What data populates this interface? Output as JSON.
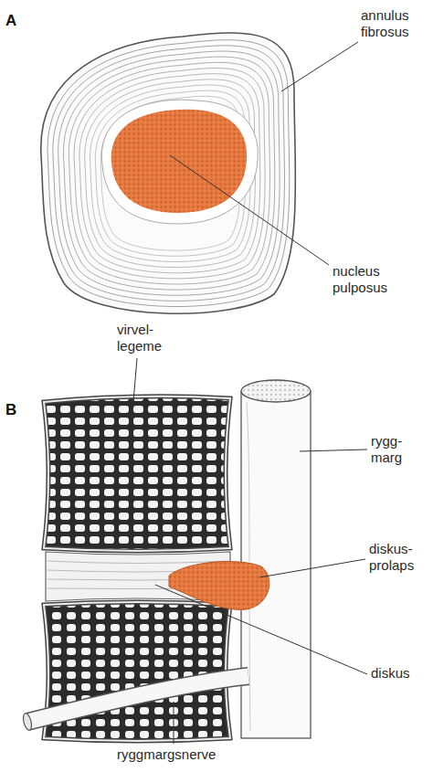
{
  "diagram": {
    "labels": [
      "A",
      "annulus fibrosus",
      "nucleus pulposus",
      "B",
      "virvel- legeme",
      "rygg- marg",
      "diskus- prolaps",
      "diskus",
      "ryggmargsnerve"
    ]
  }
}
